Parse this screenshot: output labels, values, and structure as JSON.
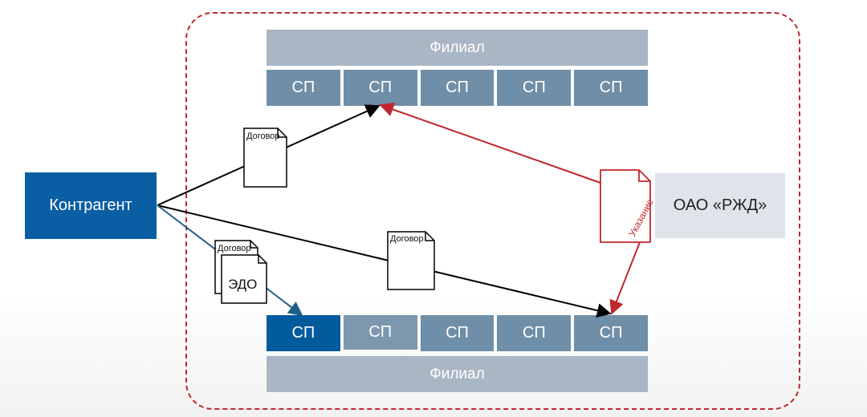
{
  "branch_top": {
    "label": "Филиал"
  },
  "branch_bottom": {
    "label": "Филиал"
  },
  "sp_top": [
    "СП",
    "СП",
    "СП",
    "СП",
    "СП"
  ],
  "sp_bottom": [
    "СП",
    "СП",
    "СП",
    "СП",
    "СП"
  ],
  "counterparty": {
    "label": "Контрагент"
  },
  "rzd": {
    "label": "ОАО «РЖД»"
  },
  "documents": {
    "contract_top": "Договор",
    "contract_mid": "Договор",
    "contract_edo_back": "Договор",
    "edo": "ЭДО",
    "instruction": "Указание"
  },
  "colors": {
    "frame": "#c0272d",
    "arrow_black": "#000000",
    "arrow_red": "#c0272d",
    "arrow_blue": "#1f5f86",
    "counterparty_bg": "#0a5ea3",
    "sp_bg": "#6f8ea7",
    "sp_active_bg": "#005a9c",
    "branch_bg": "#a9b6c3",
    "rzd_bg": "#dfe4ea"
  }
}
